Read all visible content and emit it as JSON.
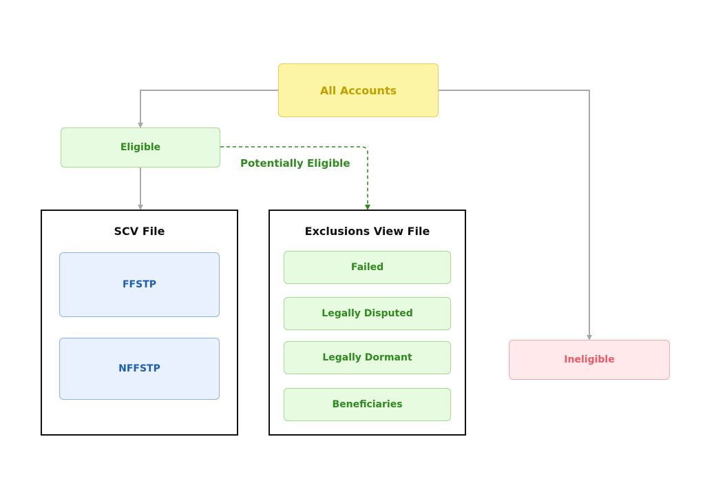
{
  "nodes": {
    "all_accounts": "All Accounts",
    "eligible": "Eligible",
    "ineligible": "Ineligible"
  },
  "edges": {
    "potentially_eligible": "Potentially Eligible"
  },
  "scv_file": {
    "title": "SCV File",
    "items": [
      "FFSTP",
      "NFFSTP"
    ]
  },
  "exclusions_view_file": {
    "title": "Exclusions View File",
    "items": [
      "Failed",
      "Legally Disputed",
      "Legally Dormant",
      "Beneficiaries"
    ]
  },
  "colors": {
    "connector": "#a9a9a9",
    "dashed_connector": "#2e8b1e",
    "yellow_fill": "#fdf5a6",
    "green_fill": "#e7fbe0",
    "blue_fill": "#e8f1fd",
    "red_fill": "#ffe9ea"
  }
}
